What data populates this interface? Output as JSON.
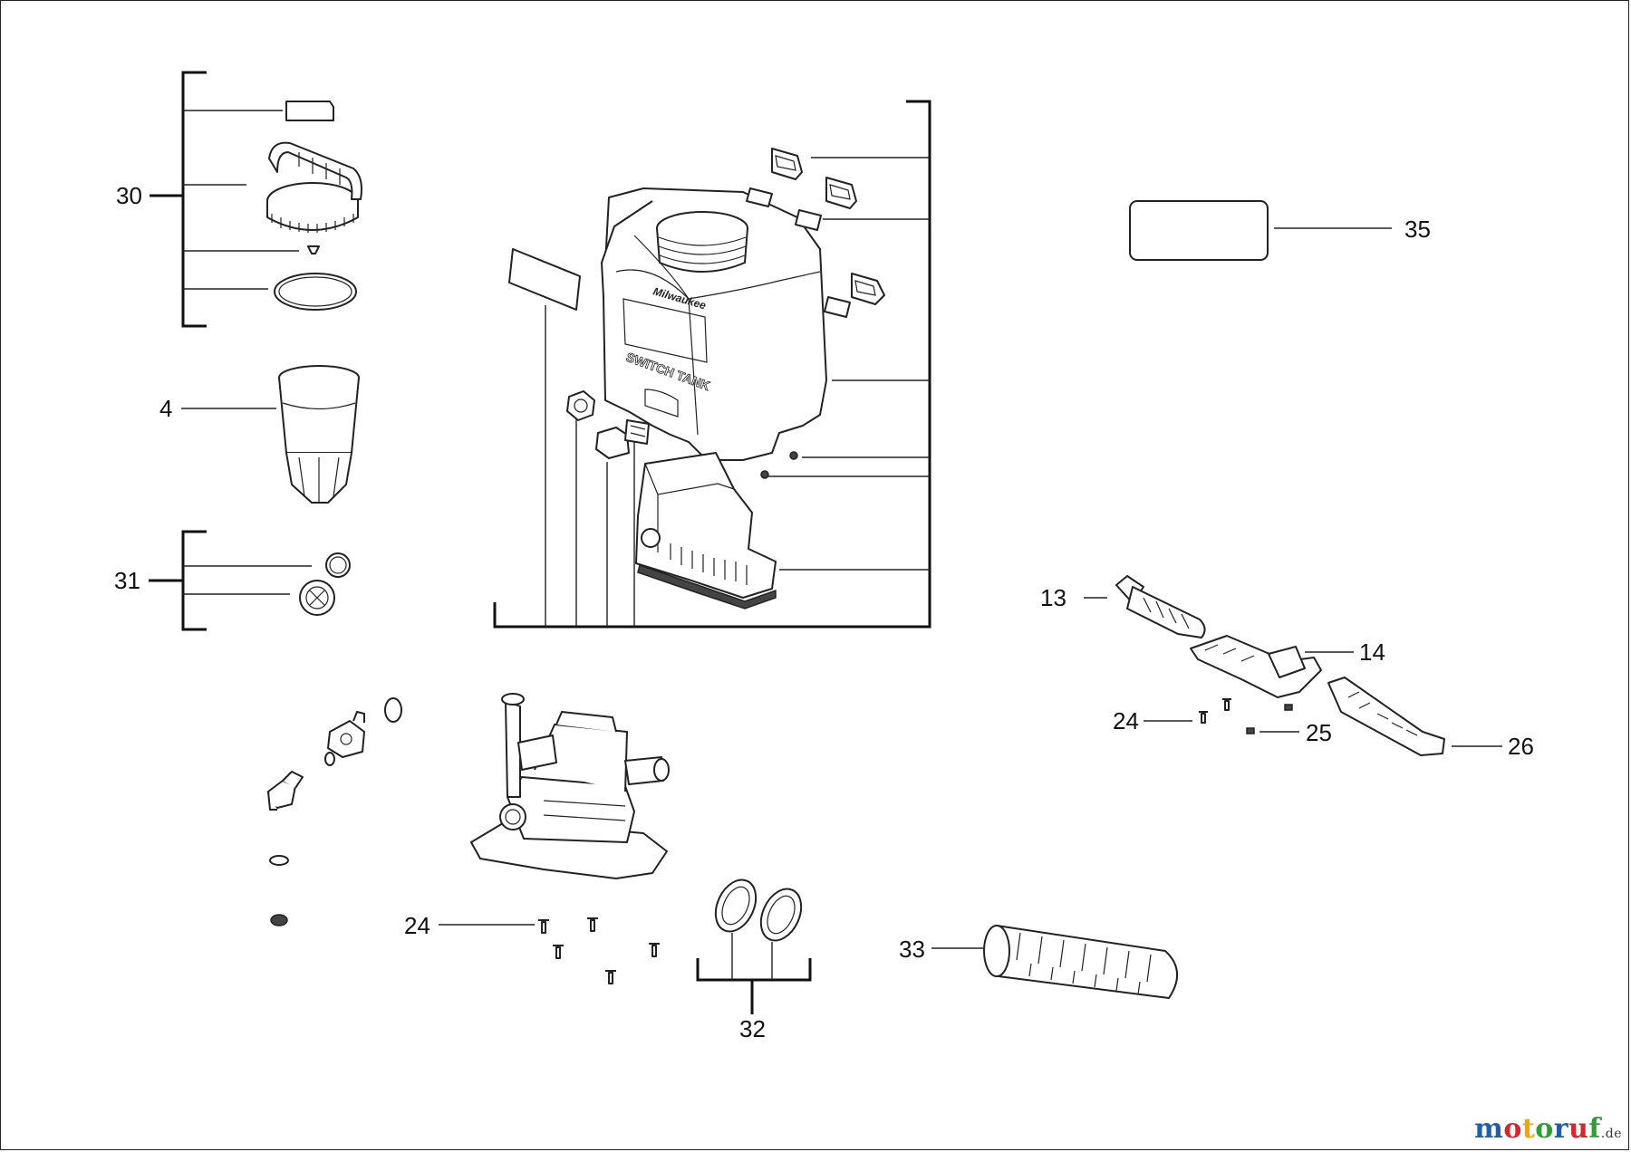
{
  "callouts": {
    "c30": "30",
    "c4": "4",
    "c31": "31",
    "c35": "35",
    "c13": "13",
    "c14": "14",
    "c24a": "24",
    "c25": "25",
    "c26": "26",
    "c24b": "24",
    "c33": "33",
    "c32": "32"
  },
  "tank_label": "SWITCH TANK",
  "tank_brand": "Milwaukee",
  "watermark": {
    "brand": "motoruf",
    "tld": ".de",
    "colors": [
      "#1f5fa8",
      "#d7262d",
      "#f2a400",
      "#2f9d3a",
      "#1f5fa8",
      "#d7262d",
      "#2f9d3a"
    ]
  }
}
